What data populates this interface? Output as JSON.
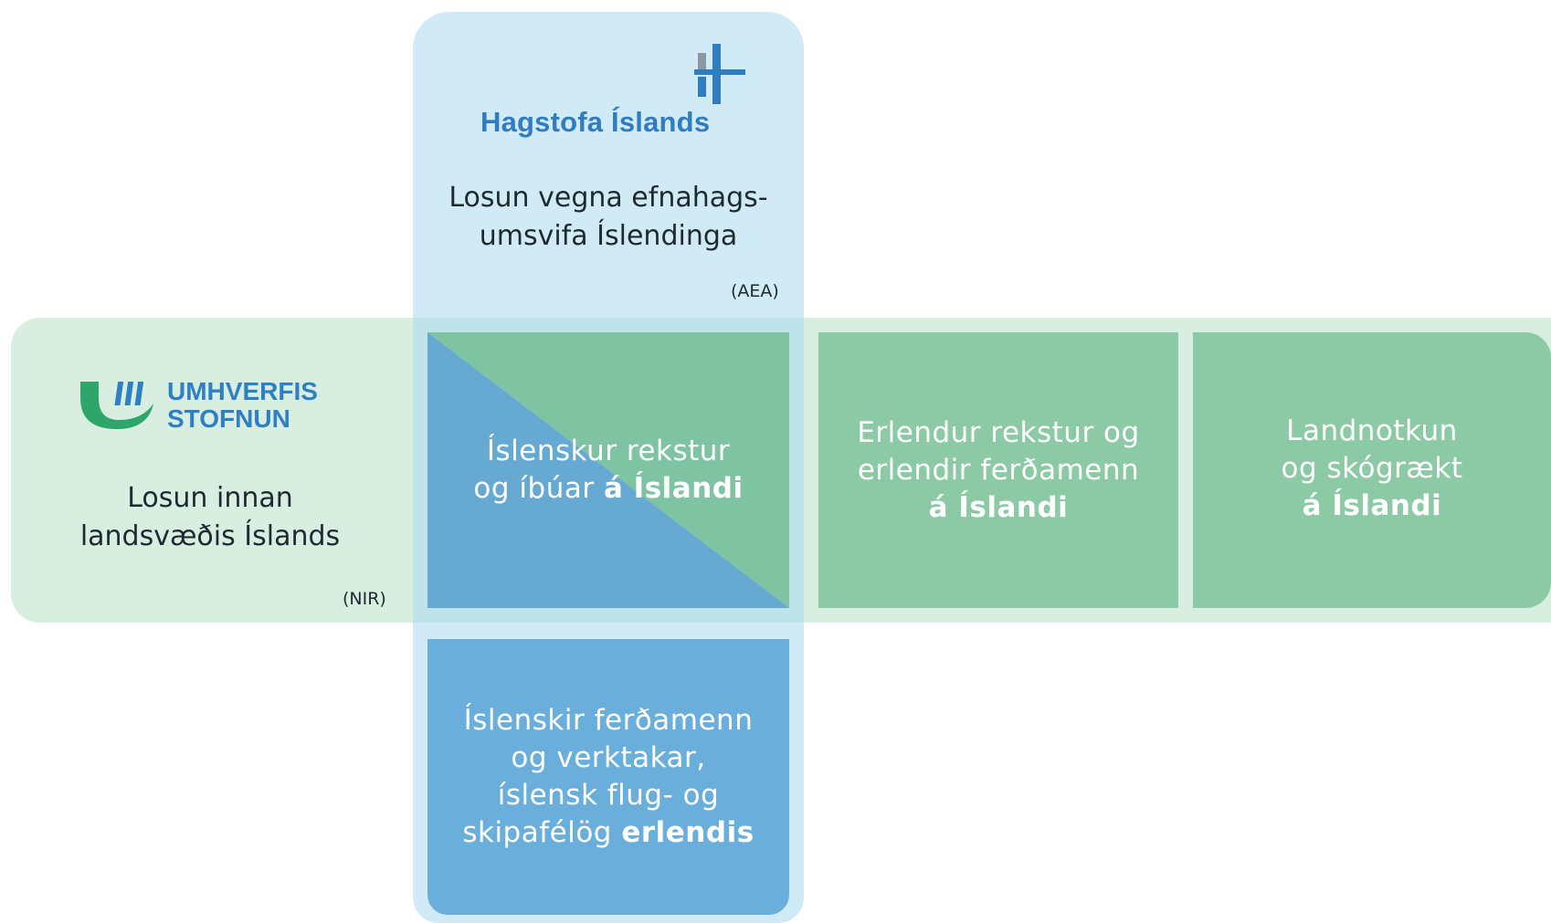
{
  "aea_panel": {
    "logo_text": "Hagstofa Íslands",
    "title_line1": "Losun vegna efnahags-",
    "title_line2": "umsvifa Íslendinga",
    "tag": "(AEA)"
  },
  "nir_panel": {
    "logo_text_line1": "UMHVERFIS",
    "logo_text_line2": "STOFNUN",
    "title_line1": "Losun innan",
    "title_line2": "landsvæðis Íslands",
    "tag": "(NIR)"
  },
  "boxes": {
    "icelandic_domestic": {
      "line1": "Íslenskur rekstur",
      "line2_plain": "og íbúar ",
      "line2_bold": "á Íslandi"
    },
    "foreign_domestic": {
      "line1": "Erlendur rekstur og",
      "line2": "erlendir ferðamenn",
      "line3_bold": "á Íslandi"
    },
    "land_use": {
      "line1": "Landnotkun",
      "line2": "og skógrækt",
      "line3_bold": "á Íslandi"
    },
    "icelandic_abroad": {
      "line1": "Íslenskir ferðamenn",
      "line2": "og verktakar,",
      "line3": "íslensk flug- og",
      "line4_plain": "skipafélög ",
      "line4_bold": "erlendis"
    }
  },
  "colors": {
    "green_box": "#8ccaa6",
    "blue_box": "#6aaedb",
    "split_green": "#7ec4a2",
    "split_blue": "#66a9d2",
    "hagstofa_blue": "#2f7cbf",
    "umhverfis_green": "#2ea66a"
  }
}
